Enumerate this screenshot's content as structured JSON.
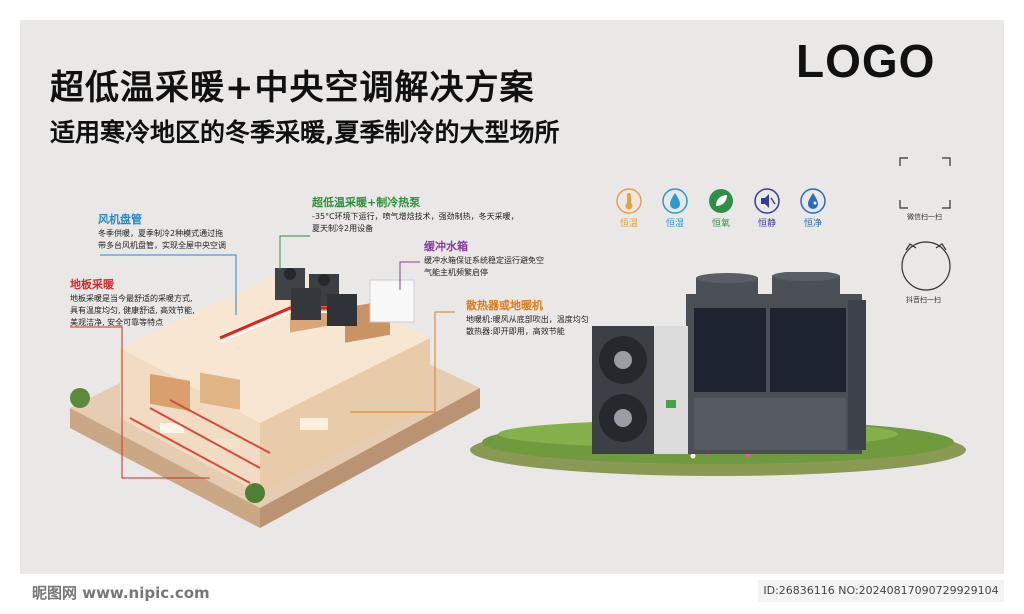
{
  "header": {
    "title": "超低温采暖+中央空调解决方案",
    "subtitle": "适用寒冷地区的冬季采暖,夏季制冷的大型场所",
    "logo": "LOGO"
  },
  "annotations": {
    "fan_coil": {
      "title": "风机盘管",
      "lines": [
        "冬季供暖，夏季制冷2种模式通过拖",
        "带多台风机盘管，实现全屋中央空调"
      ]
    },
    "floor_heating": {
      "title": "地板采暖",
      "lines": [
        "地板采暖是当今最舒适的采暖方式,",
        "具有温度均匀, 健康舒适, 高效节能,",
        "美观洁净, 安全可靠等特点"
      ]
    },
    "heat_pump": {
      "title": "超低温采暖+制冷热泵",
      "lines": [
        "-35°C环境下运行，喷气增焓技术，强劲制热，冬天采暖，",
        "夏天制冷2用设备"
      ]
    },
    "buffer_tank": {
      "title": "缓冲水箱",
      "lines": [
        "缓冲水箱保证系统稳定运行避免空",
        "气能主机频繁启停"
      ]
    },
    "radiator": {
      "title": "散热器或地暖机",
      "lines": [
        "地暖机:暖风从底部吹出，温度均匀",
        "散热器:即开即用，高效节能"
      ]
    }
  },
  "badges": [
    {
      "icon": "thermometer-icon",
      "label": "恒温",
      "color": "#e8a23a"
    },
    {
      "icon": "water-drop-icon",
      "label": "恒湿",
      "color": "#2a9ad0"
    },
    {
      "icon": "leaf-icon",
      "label": "恒氧",
      "color": "#2f8f46"
    },
    {
      "icon": "silent-icon",
      "label": "恒静",
      "color": "#3a3a9a"
    },
    {
      "icon": "purify-icon",
      "label": "恒净",
      "color": "#2a6ac0"
    }
  ],
  "qr": {
    "wechat_label": "微信扫一扫",
    "douyin_label": "抖音扫一扫"
  },
  "watermark": {
    "left": "昵图网 www.nipic.com",
    "right": "ID:26836116 NO:20240817090729929104"
  }
}
